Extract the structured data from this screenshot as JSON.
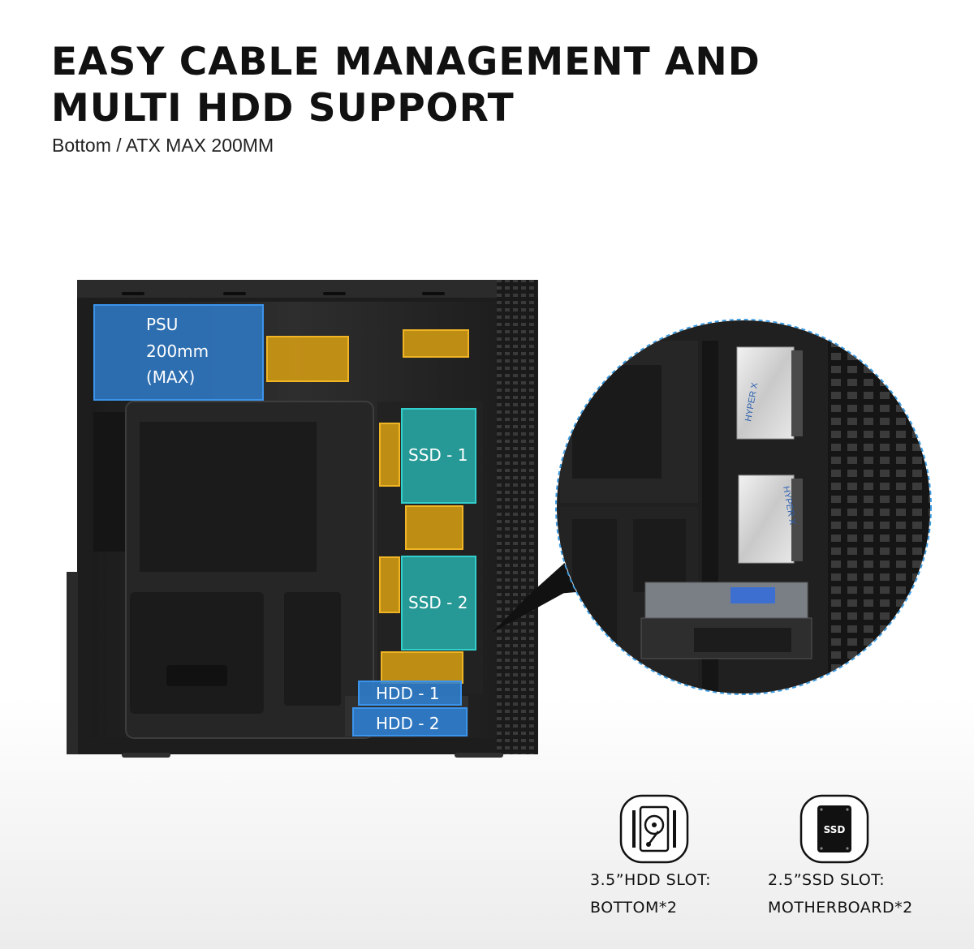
{
  "headline": {
    "line1": "EASY CABLE MANAGEMENT AND",
    "line2": "MULTI HDD SUPPORT"
  },
  "subtitle": "Bottom / ATX MAX 200MM",
  "zones": {
    "psu": {
      "line1": "PSU",
      "line2": "200mm",
      "line3": "(MAX)"
    },
    "ssd1": "SSD - 1",
    "ssd2": "SSD - 2",
    "hdd1": "HDD - 1",
    "hdd2": "HDD - 2"
  },
  "drive_label_left": "HYPER X",
  "drive_label_right": "HYPER X",
  "slots": {
    "hdd": {
      "icon": "hdd-icon",
      "line1": "3.5”HDD SLOT:",
      "line2": "BOTTOM*2"
    },
    "ssd": {
      "icon": "ssd-icon",
      "icon_text": "SSD",
      "line1": "2.5”SSD SLOT:",
      "line2": "MOTHERBOARD*2"
    }
  },
  "colors": {
    "psu_zone": "#2f7fd0",
    "ssd_zone": "#27b3b0",
    "hdd_zone": "#2f7fd0",
    "cable_cutout": "#d9a012",
    "callout_dash": "#3c9be0",
    "case_body": "#2a2a2a"
  }
}
